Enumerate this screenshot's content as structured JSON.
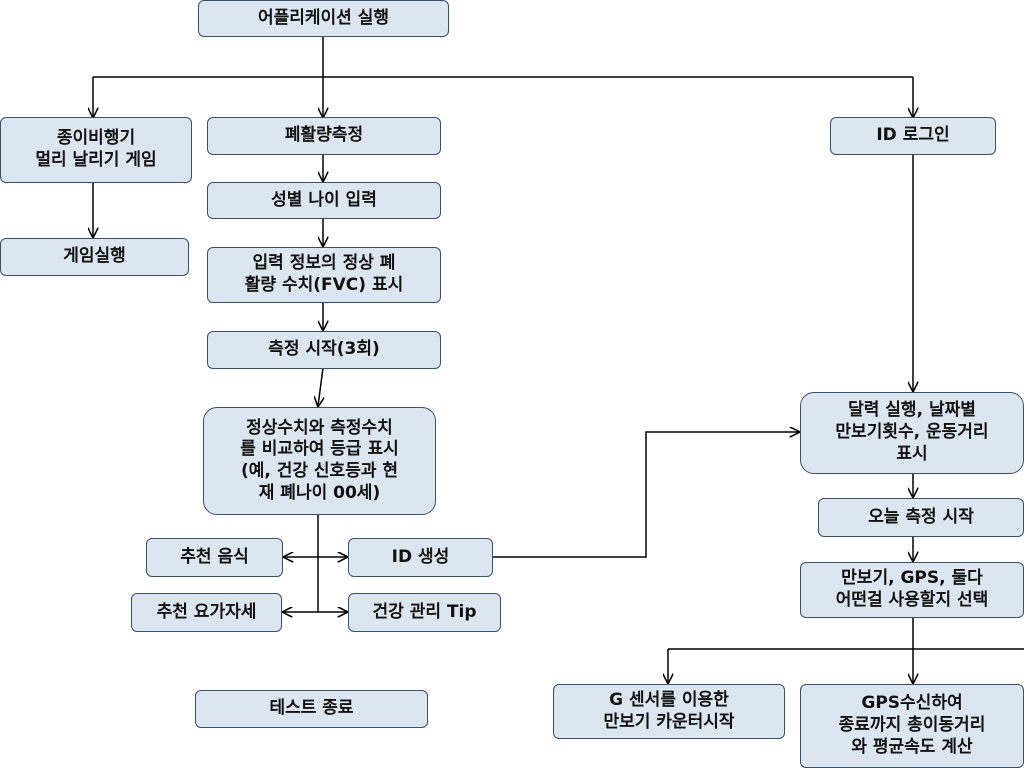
{
  "nodes": {
    "app_launch": "어플리케이션 실행",
    "paper_plane_game": "종이비행기\n멀리 날리기 게임",
    "game_run": "게임실행",
    "lung_capacity": "폐활량측정",
    "gender_age_input": "성별 나이 입력",
    "normal_fvc_display": "입력 정보의 정상 폐\n활량 수치(FVC) 표시",
    "measure_start": "측정 시작(3회)",
    "grade_display": "정상수치와 측정수치\n를 비교하여 등급 표시\n(예, 건강 신호등과 현\n재 폐나이 00세)",
    "recommended_food": "추천 음식",
    "id_create": "ID 생성",
    "recommended_yoga": "추천 요가자세",
    "health_tip": "건강 관리 Tip",
    "test_end": "테스트 종료",
    "id_login": "ID 로그인",
    "calendar_run": "달력 실행, 날짜별\n만보기횟수, 운동거리\n표시",
    "today_measure": "오늘 측정 시작",
    "sensor_select": "만보기, GPS, 둘다\n어떤걸 사용할지 선택",
    "g_sensor_pedometer": "G 센서를 이용한\n만보기 카운터시작",
    "gps_receive": "GPS수신하여\n종료까지 총이동거리\n와 평균속도 계산"
  },
  "colors": {
    "box_fill": "#dce6f1",
    "box_border": "#3a4f6a",
    "line": "#000000"
  }
}
